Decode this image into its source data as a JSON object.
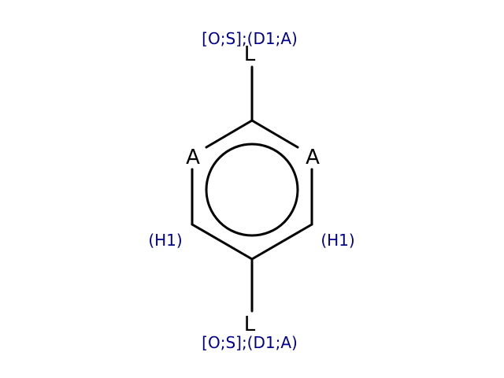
{
  "molecule": {
    "atoms": {
      "top_linker": "L",
      "bottom_linker": "L",
      "left_aromatic": "A",
      "right_aromatic": "A"
    },
    "query_labels": {
      "top": "[O;S];(D1;A)",
      "bottom": "[O;S];(D1;A)",
      "left_h": "(H1)",
      "right_h": "(H1)"
    },
    "colors": {
      "bond": "#000000",
      "atom_label": "#000000",
      "query_label": "#00008B"
    }
  }
}
